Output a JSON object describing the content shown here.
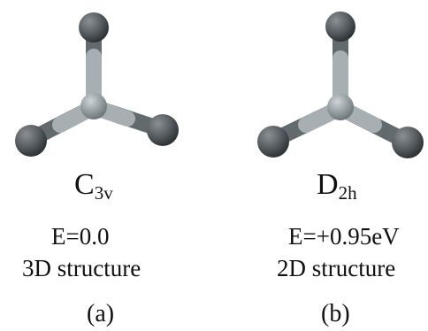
{
  "panels": [
    {
      "symmetry_main": "C",
      "symmetry_sub": "3v",
      "energy": "E=0.0",
      "structure": "3D structure",
      "label": "(a)"
    },
    {
      "symmetry_main": "D",
      "symmetry_sub": "2h",
      "energy": "E=+0.95eV",
      "structure": "2D structure",
      "label": "(b)"
    }
  ],
  "colors": {
    "center_atom": "#8f989b",
    "outer_atom": "#555b5f",
    "bond_light": "#a9b0b2",
    "bond_dark": "#676d70",
    "text": "#111111"
  }
}
